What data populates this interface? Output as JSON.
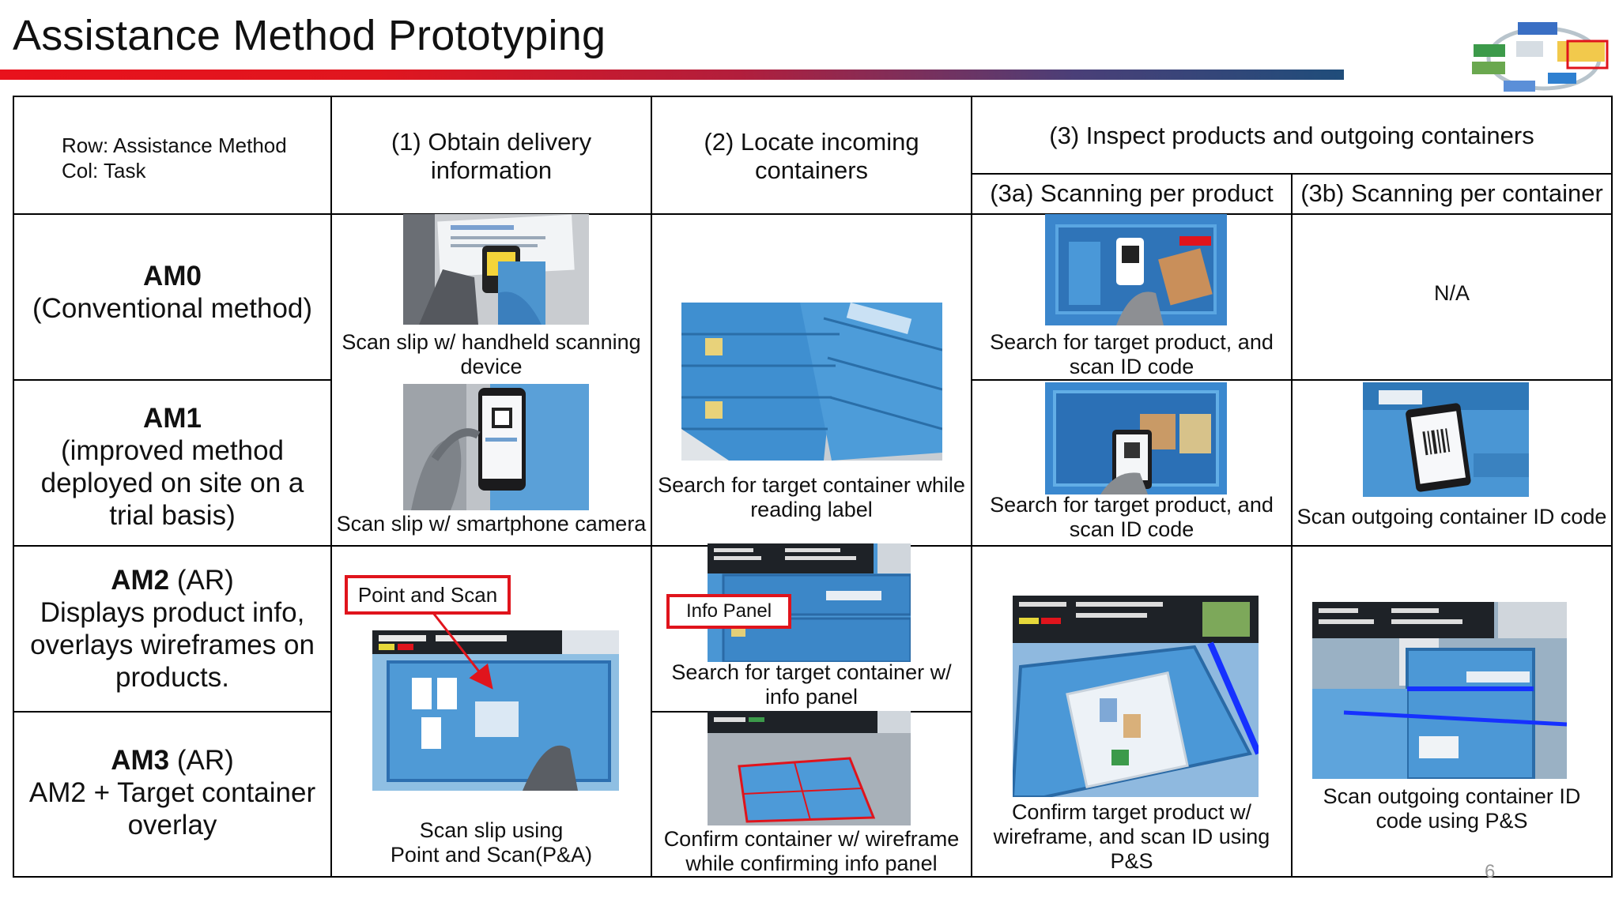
{
  "title": "Assistance Method Prototyping",
  "page_number": "6",
  "corner": {
    "line1": "Row: Assistance Method",
    "line2": "Col: Task"
  },
  "columns": {
    "c1_line1": "(1) Obtain  delivery",
    "c1_line2": "information",
    "c2_line1": "(2) Locate incoming",
    "c2_line2": "containers",
    "c3": "(3) Inspect products and outgoing containers",
    "c3a": "(3a) Scanning per product",
    "c3b": "(3b) Scanning per container"
  },
  "rows": {
    "am0_name": "AM0",
    "am0_desc": "(Conventional method)",
    "am1_name": "AM1",
    "am1_l1": "(improved method",
    "am1_l2": "deployed on site on a",
    "am1_l3": "trial basis)",
    "am2_name": "AM2",
    "am2_tag": " (AR)",
    "am2_l1": "Displays product info,",
    "am2_l2": "overlays wireframes on",
    "am2_l3": "products.",
    "am3_name": "AM3",
    "am3_tag": " (AR)",
    "am3_l1": "AM2 + Target container",
    "am3_l2": "overlay"
  },
  "cells": {
    "am0_c1_l1": "Scan slip w/ handheld scanning",
    "am0_c1_l2": "device",
    "am0_c3a_l1": "Search for target product, and",
    "am0_c3a_l2": "scan ID code",
    "am0_c3b": "N/A",
    "am1_c1": "Scan slip w/ smartphone camera",
    "c2_am01_l1": "Search for target container while",
    "c2_am01_l2": "reading label",
    "am1_c3a_l1": "Search for target product, and",
    "am1_c3a_l2": "scan ID code",
    "am1_c3b": "Scan outgoing container ID code",
    "am2_c2_l1": "Search for target container w/",
    "am2_c2_l2": "info panel",
    "am3_c2_l1": "Confirm container w/ wireframe",
    "am3_c2_l2": "while confirming info panel",
    "c1_am23_l1": "Scan slip using",
    "c1_am23_l2": "Point and Scan(P&A)",
    "c3a_am23_l1": "Confirm target product w/",
    "c3a_am23_l2": "wireframe, and scan ID using",
    "c3a_am23_l3": "P&S",
    "c3b_am23_l1": "Scan outgoing container ID",
    "c3b_am23_l2": "code using P&S"
  },
  "callouts": {
    "point_and_scan": "Point and Scan",
    "info_panel": "Info Panel"
  },
  "colors": {
    "accent_red": "#e0141c",
    "container_blue": "#4a9ad8",
    "rule_start": "#e8121c",
    "rule_end": "#1f4d7a"
  }
}
